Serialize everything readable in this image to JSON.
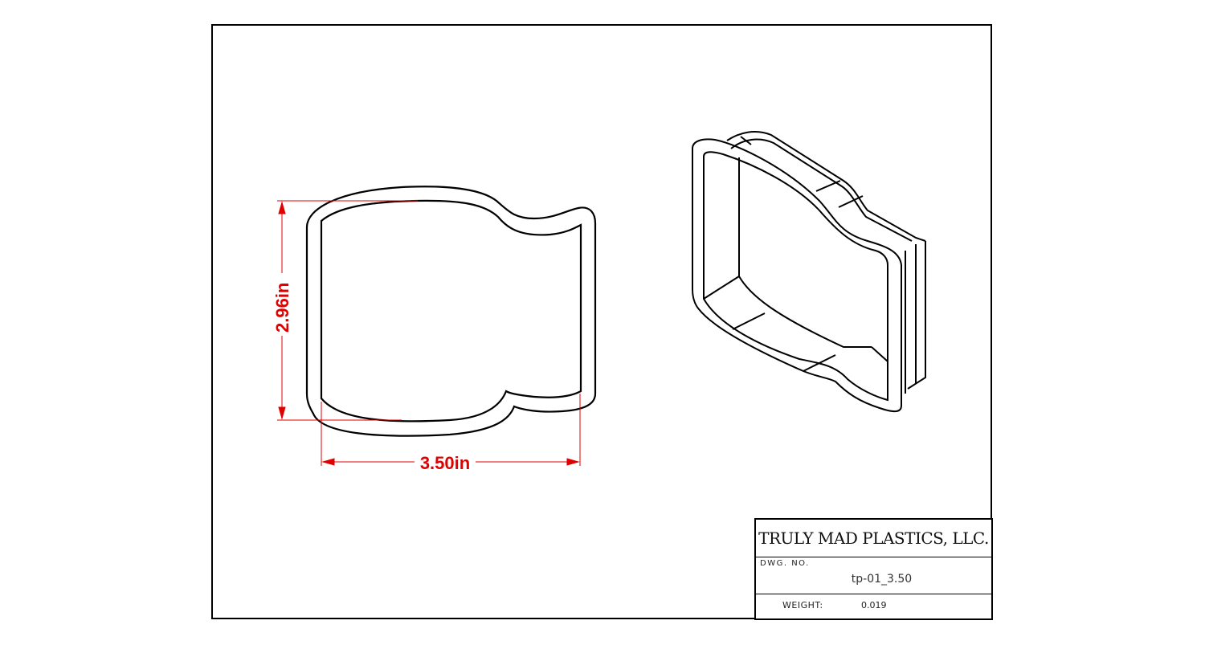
{
  "drawing": {
    "dimensions": {
      "height": "2.96in",
      "width": "3.50in",
      "color": "#e00000"
    },
    "views": [
      "front-view-outline",
      "isometric-view"
    ]
  },
  "title_block": {
    "company": "TRULY MAD PLASTICS, LLC.",
    "dwg_no_label": "DWG. NO.",
    "dwg_no_value": "tp-01_3.50",
    "weight_label": "WEIGHT:",
    "weight_value": "0.019"
  }
}
